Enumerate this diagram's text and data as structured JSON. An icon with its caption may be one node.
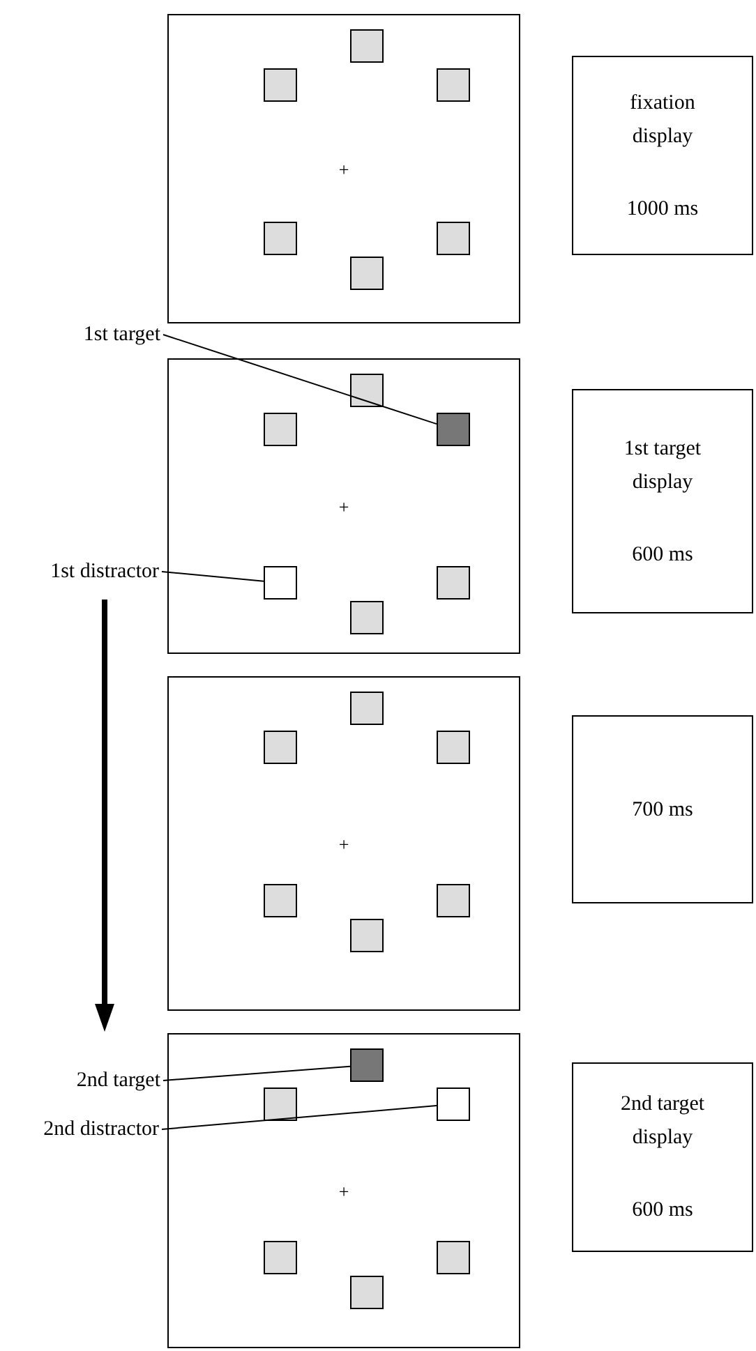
{
  "diagram": {
    "nodes": [
      {
        "text": [
          "+"
        ]
      },
      {
        "text": [],
        "shape": "box",
        "in": 0
      },
      {
        "text": [],
        "shape": "box",
        "in": 0
      },
      {
        "text": [],
        "shape": "box",
        "in": 0
      },
      {
        "text": [],
        "shape": "box",
        "in": 0
      },
      {
        "text": [],
        "shape": "box",
        "in": 0
      },
      {
        "text": [],
        "shape": "box",
        "in": 0
      },
      {
        "text": [
          "fixation display",
          "1000 ms"
        ]
      },
      {
        "text": [
          "+"
        ]
      },
      {
        "text": [],
        "shape": "box",
        "in": 8
      },
      {
        "text": [],
        "shape": "box",
        "in": 8
      },
      {
        "text": [],
        "shape": "box",
        "in": 8
      },
      {
        "text": [],
        "shape": "box",
        "in": 8
      },
      {
        "text": [],
        "shape": "box",
        "in": 8
      },
      {
        "text": [],
        "shape": "box",
        "in": 8
      },
      {
        "text": [
          "1st target"
        ]
      },
      {
        "text": [
          "1st distractor"
        ]
      },
      {
        "text": [
          "1st target display",
          "600 ms"
        ]
      },
      {
        "text": [
          "+"
        ]
      },
      {
        "text": [],
        "shape": "box",
        "in": 18
      },
      {
        "text": [],
        "shape": "box",
        "in": 18
      },
      {
        "text": [],
        "shape": "box",
        "in": 18
      },
      {
        "text": [],
        "shape": "box",
        "in": 18
      },
      {
        "text": [],
        "shape": "box",
        "in": 18
      },
      {
        "text": [],
        "shape": "box",
        "in": 18
      },
      {
        "text": [
          "700 ms"
        ]
      },
      {
        "text": [
          "2nd target"
        ]
      },
      {
        "text": [
          "2nd distractor"
        ]
      },
      {
        "text": [
          "+"
        ]
      },
      {
        "text": [],
        "shape": "box",
        "in": 28
      },
      {
        "text": [],
        "shape": "box",
        "in": 28
      },
      {
        "text": [],
        "shape": "box",
        "in": 28
      },
      {
        "text": [],
        "shape": "box",
        "in": 28
      },
      {
        "text": [],
        "shape": "box",
        "in": 28
      },
      {
        "text": [],
        "shape": "box",
        "in": 28
      },
      {
        "text": [
          "2nd target display",
          "600 ms"
        ]
      }
    ],
    "edges": [
      {
        "from": 15,
        "to": 11,
        "arrow": "none"
      },
      {
        "from": 16,
        "to": 12,
        "arrow": "none"
      },
      {
        "from": 26,
        "to": 29,
        "arrow": "none"
      },
      {
        "from": 27,
        "to": 31,
        "arrow": "none"
      }
    ]
  }
}
